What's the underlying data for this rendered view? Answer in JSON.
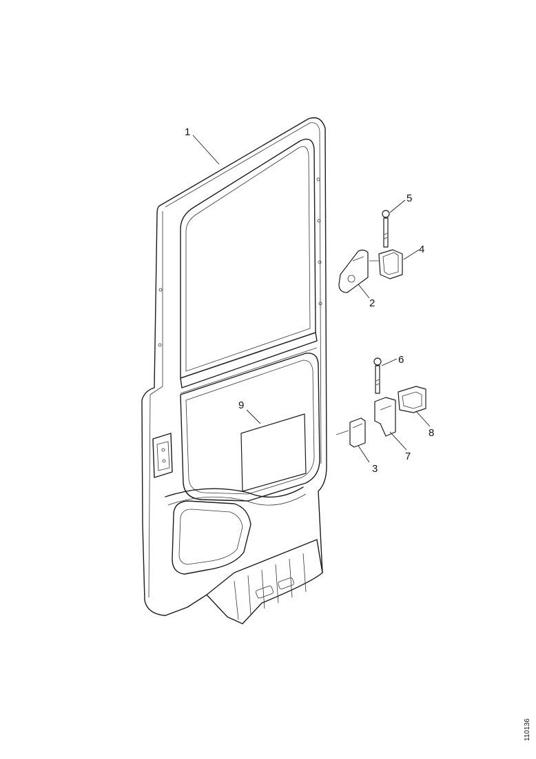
{
  "callouts": [
    {
      "id": "1",
      "label": "1"
    },
    {
      "id": "2",
      "label": "2"
    },
    {
      "id": "3",
      "label": "3"
    },
    {
      "id": "4",
      "label": "4"
    },
    {
      "id": "5",
      "label": "5"
    },
    {
      "id": "6",
      "label": "6"
    },
    {
      "id": "7",
      "label": "7"
    },
    {
      "id": "8",
      "label": "8"
    },
    {
      "id": "9",
      "label": "9"
    }
  ],
  "reference_code": "110136"
}
